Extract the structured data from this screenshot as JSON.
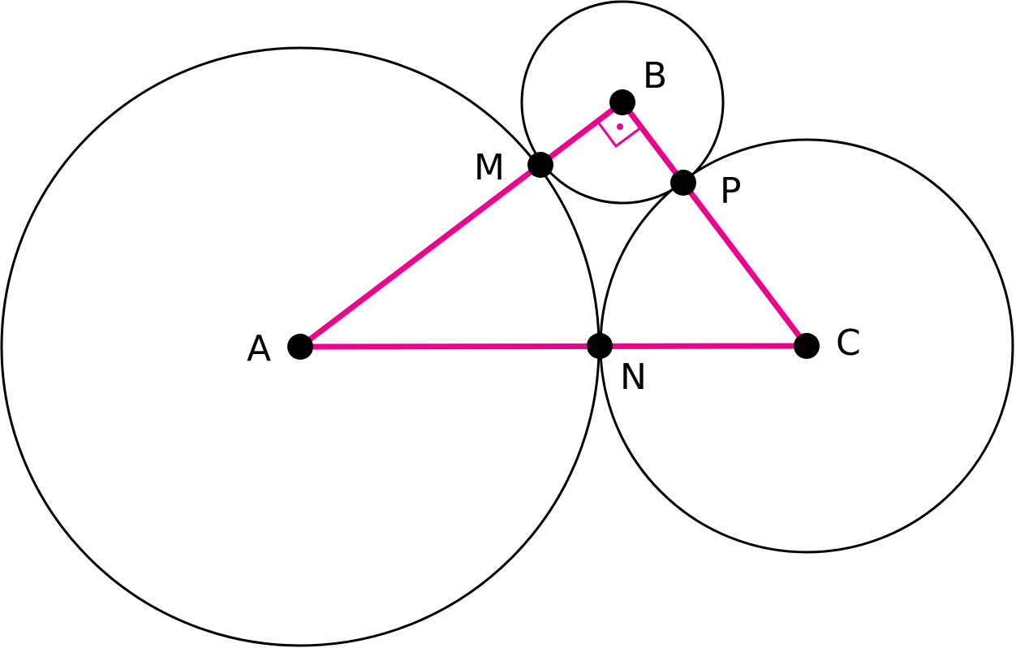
{
  "diagram": {
    "labels": {
      "A": "A",
      "B": "B",
      "C": "C",
      "M": "M",
      "N": "N",
      "P": "P"
    },
    "colors": {
      "triangle": "#ec008c",
      "circles": "#000000",
      "points": "#000000",
      "background": "#ffffff"
    },
    "circles": [
      {
        "center": "A",
        "through": [
          "M",
          "N"
        ]
      },
      {
        "center": "B",
        "through": [
          "M",
          "P"
        ]
      },
      {
        "center": "C",
        "through": [
          "N",
          "P"
        ]
      }
    ],
    "segments": [
      [
        "A",
        "B"
      ],
      [
        "B",
        "C"
      ],
      [
        "A",
        "C"
      ]
    ],
    "right_angle_at": "B"
  }
}
